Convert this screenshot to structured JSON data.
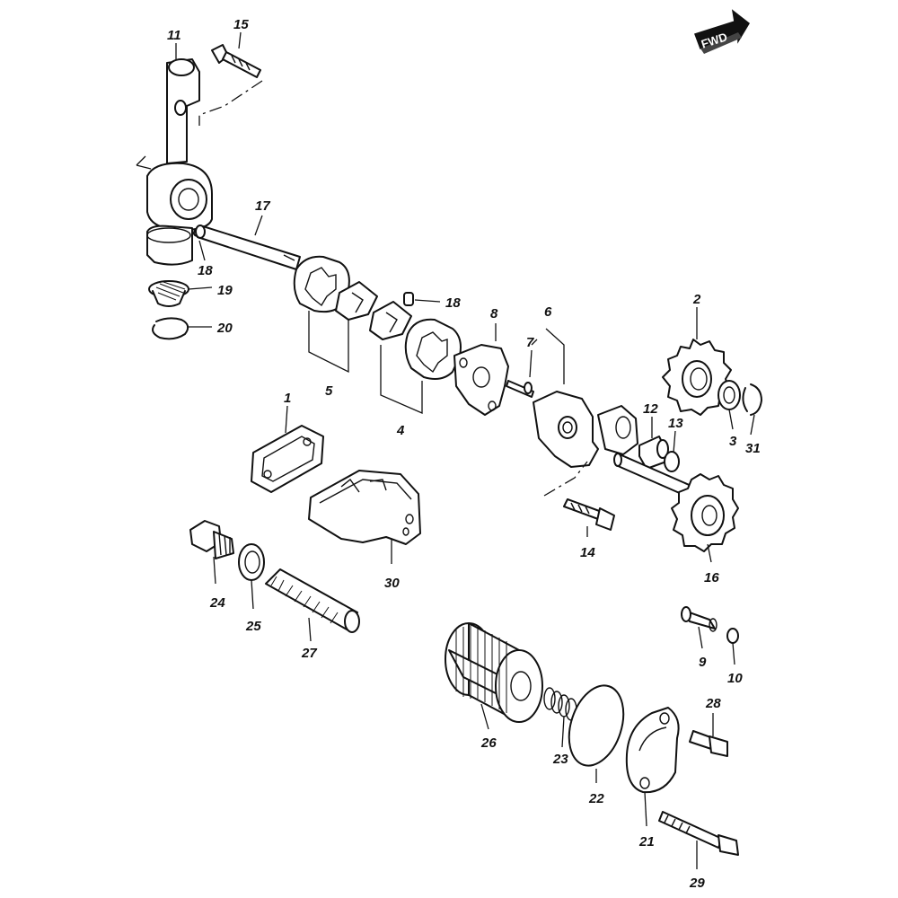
{
  "diagram": {
    "direction_badge": {
      "label": "FWD",
      "color_bg": "#111111",
      "color_text": "#ffffff"
    },
    "callouts": [
      {
        "id": "11",
        "label": "11"
      },
      {
        "id": "15",
        "label": "15"
      },
      {
        "id": "17",
        "label": "17"
      },
      {
        "id": "18a",
        "label": "18"
      },
      {
        "id": "19",
        "label": "19"
      },
      {
        "id": "20",
        "label": "20"
      },
      {
        "id": "18b",
        "label": "18"
      },
      {
        "id": "5",
        "label": "5"
      },
      {
        "id": "4",
        "label": "4"
      },
      {
        "id": "8",
        "label": "8"
      },
      {
        "id": "7",
        "label": "7"
      },
      {
        "id": "6",
        "label": "6"
      },
      {
        "id": "2",
        "label": "2"
      },
      {
        "id": "12",
        "label": "12"
      },
      {
        "id": "13",
        "label": "13"
      },
      {
        "id": "3",
        "label": "3"
      },
      {
        "id": "31",
        "label": "31"
      },
      {
        "id": "1",
        "label": "1"
      },
      {
        "id": "30",
        "label": "30"
      },
      {
        "id": "14",
        "label": "14"
      },
      {
        "id": "16",
        "label": "16"
      },
      {
        "id": "24",
        "label": "24"
      },
      {
        "id": "25",
        "label": "25"
      },
      {
        "id": "27",
        "label": "27"
      },
      {
        "id": "9",
        "label": "9"
      },
      {
        "id": "10",
        "label": "10"
      },
      {
        "id": "26",
        "label": "26"
      },
      {
        "id": "23",
        "label": "23"
      },
      {
        "id": "22",
        "label": "22"
      },
      {
        "id": "28",
        "label": "28"
      },
      {
        "id": "21",
        "label": "21"
      },
      {
        "id": "29",
        "label": "29"
      }
    ]
  }
}
